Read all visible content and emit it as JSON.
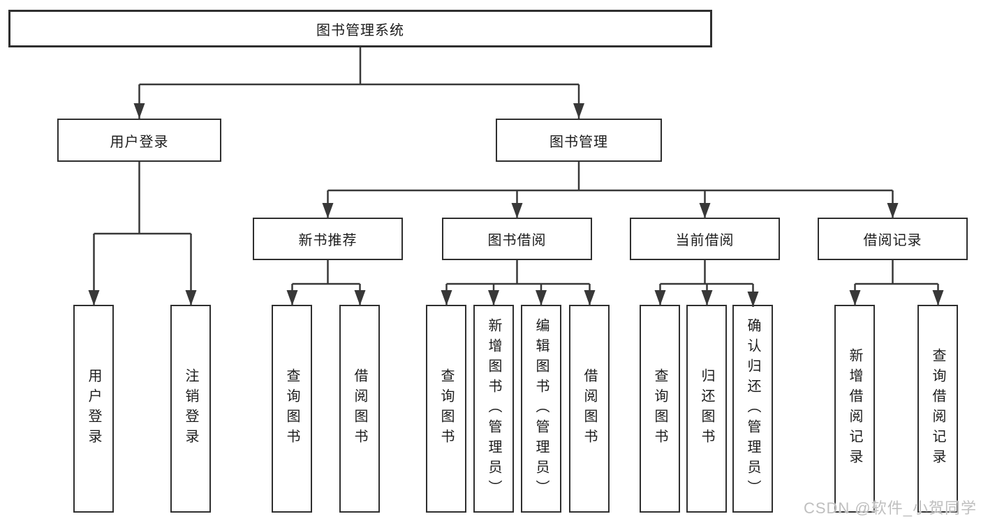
{
  "root": {
    "label": "图书管理系统"
  },
  "level2": [
    {
      "label": "用户登录"
    },
    {
      "label": "图书管理"
    }
  ],
  "level3": [
    {
      "label": "新书推荐"
    },
    {
      "label": "图书借阅"
    },
    {
      "label": "当前借阅"
    },
    {
      "label": "借阅记录"
    }
  ],
  "leaf_groups": [
    {
      "parent": "用户登录",
      "items": [
        {
          "label": "用户登录"
        },
        {
          "label": "注销登录"
        }
      ]
    },
    {
      "parent": "新书推荐",
      "items": [
        {
          "label": "查询图书"
        },
        {
          "label": "借阅图书"
        }
      ]
    },
    {
      "parent": "图书借阅",
      "items": [
        {
          "label": "查询图书"
        },
        {
          "label": "新增图书（管理员）"
        },
        {
          "label": "编辑图书（管理员）"
        },
        {
          "label": "借阅图书"
        }
      ]
    },
    {
      "parent": "当前借阅",
      "items": [
        {
          "label": "查询图书"
        },
        {
          "label": "归还图书"
        },
        {
          "label": "确认归还（管理员）"
        }
      ]
    },
    {
      "parent": "借阅记录",
      "items": [
        {
          "label": "新增借阅记录"
        },
        {
          "label": "查询借阅记录"
        }
      ]
    }
  ],
  "watermark": {
    "text": "CSDN @软件_小贺同学"
  },
  "colors": {
    "line": "#383838",
    "border": "#2f2f2f",
    "text": "#1c1c1c",
    "watermark": "#bfbfbf",
    "background": "#ffffff"
  }
}
